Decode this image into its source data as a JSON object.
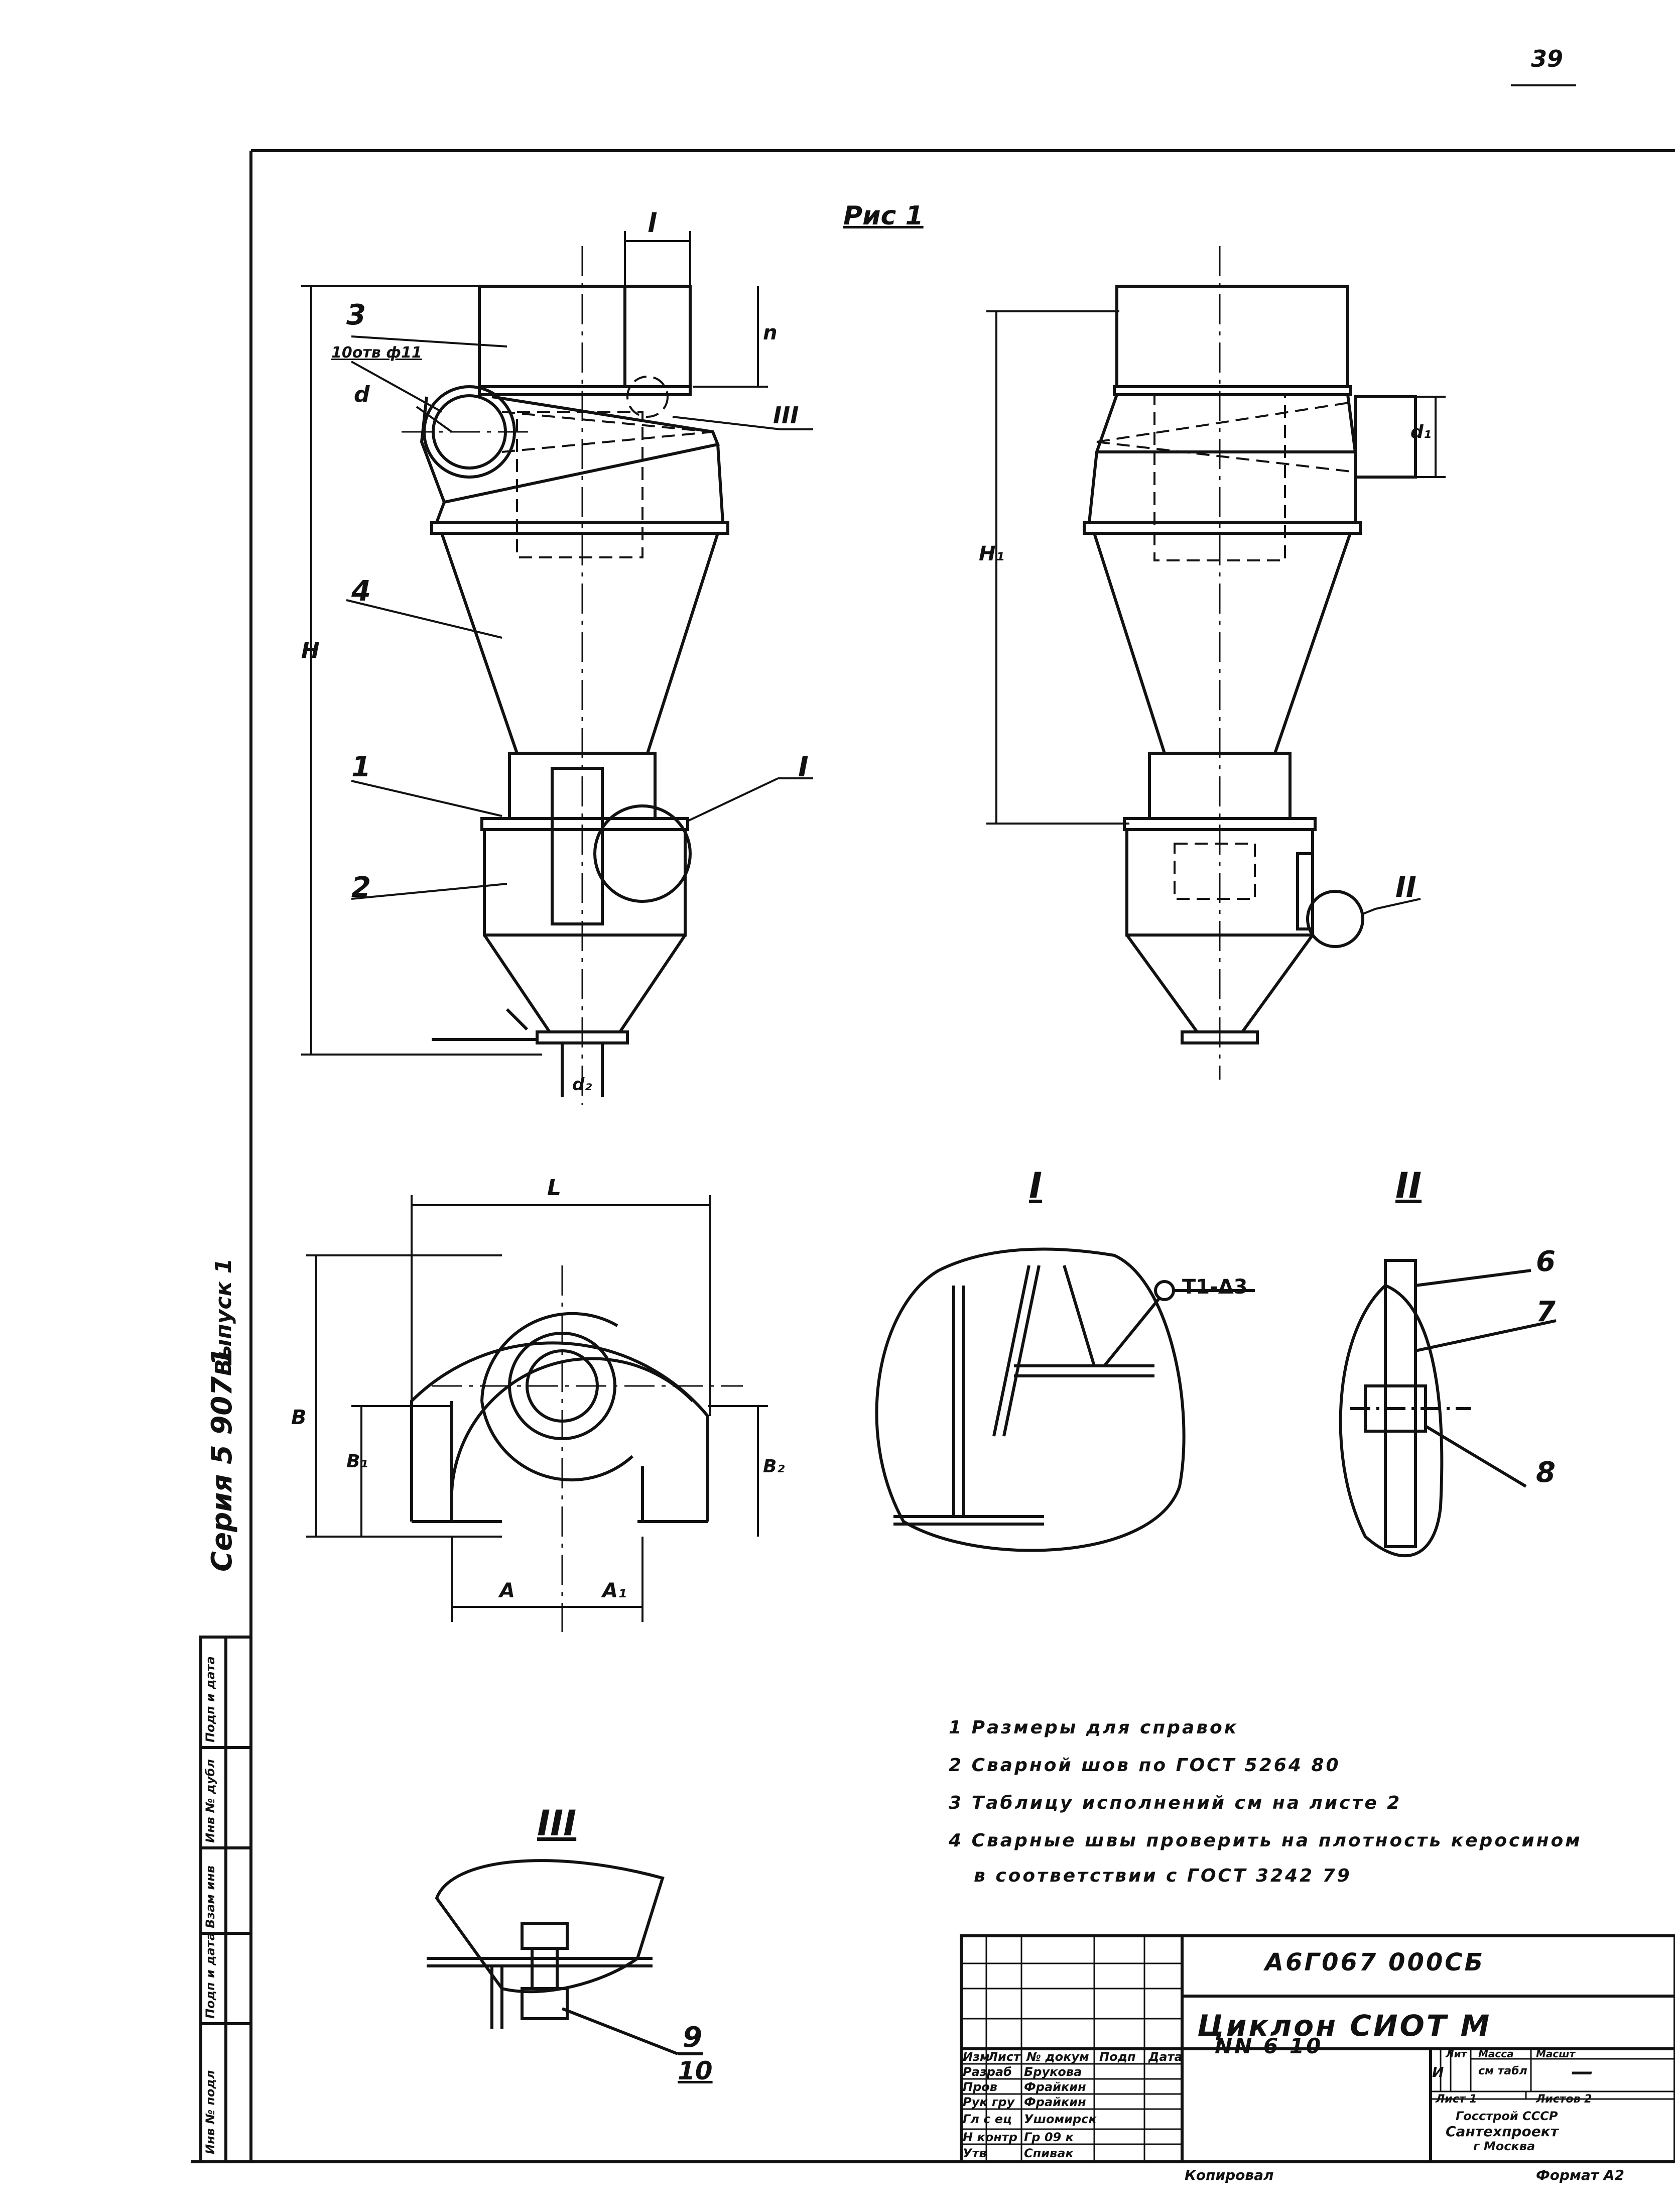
{
  "page_number": "39",
  "figure_label": "Рис 1",
  "series_margin": {
    "series": "Серия 5 907 1",
    "issue": "Выпуск 1"
  },
  "dimensions": {
    "l": "l",
    "n": "n",
    "d": "d",
    "d1": "d₁",
    "d2": "d₂",
    "H": "H",
    "H1": "H₁",
    "L": "L",
    "B": "B",
    "B1": "B₁",
    "B2": "B₂",
    "A": "A",
    "A1": "A₁",
    "holes": "10отв ф11"
  },
  "callouts": {
    "c1": "1",
    "c2": "2",
    "c3": "3",
    "c4": "4",
    "c6": "6",
    "c7": "7",
    "c8": "8",
    "c9": "9",
    "c10": "10",
    "view_I": "I",
    "view_II": "II",
    "view_III": "III",
    "weld": "Т1-Δ3"
  },
  "notes": [
    "1 Размеры для справок",
    "2 Сварной шов по ГОСТ 5264 80",
    "3 Таблицу исполнений см на листе 2",
    "4 Сварные швы проверить на плотность керосином",
    "в соответствии с ГОСТ 3242 79"
  ],
  "title_block": {
    "doc_code": "А6Г067 000СБ",
    "title_line1": "Циклон СИОТ М",
    "title_line2": "NN 6 10",
    "col_headers": [
      "Изм",
      "Лист",
      "№ докум",
      "Подп",
      "Дата"
    ],
    "rows": [
      {
        "role": "Разраб",
        "name": "Брукова"
      },
      {
        "role": "Пров",
        "name": "Фрайкин"
      },
      {
        "role": "Рук гру",
        "name": "Фрайкин"
      },
      {
        "role": "Гл с ец",
        "name": "Ушомирск"
      },
      {
        "role": "Н контр",
        "name": "Гр 09 к"
      },
      {
        "role": "Утв",
        "name": "Спивак"
      }
    ],
    "lit": "Лит",
    "mass": "Масса",
    "scale": "Масшт",
    "lit_value": "И",
    "mass_value": "см табл",
    "scale_value": "—",
    "sheet": "Лист 1",
    "sheets": "Листов 2",
    "org_line1": "Госстрой СССР",
    "org_line2": "Сантехпроект",
    "org_line3": "г Москва",
    "copied": "Копировал",
    "format": "Формат А2"
  },
  "side_stamp": [
    "Инв № подл",
    "Подп и дата",
    "Взам инв",
    "Инв № дубл",
    "Подп и дата"
  ]
}
